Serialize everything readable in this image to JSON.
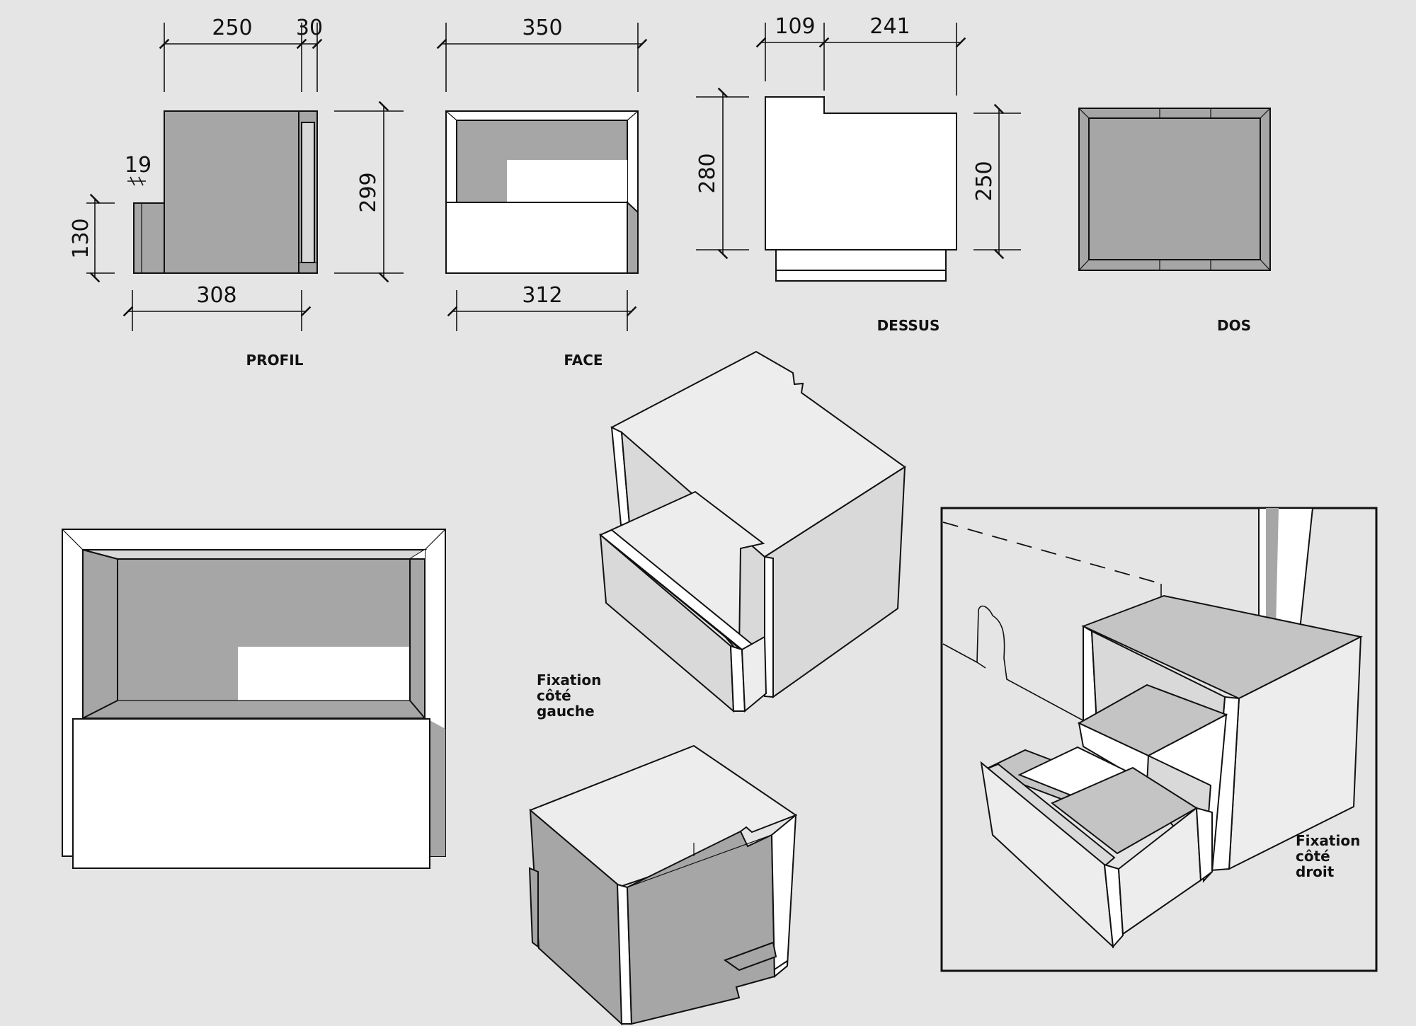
{
  "views": {
    "profil": {
      "label": "PROFIL",
      "dims": {
        "top_depth": "250",
        "top_front": "30",
        "height": "299",
        "bottom": "308",
        "plinth_height": "130",
        "plinth_gap": "19"
      }
    },
    "face": {
      "label": "FACE",
      "dims": {
        "top_width": "350",
        "bottom_width": "312"
      }
    },
    "dessus": {
      "label": "DESSUS",
      "dims": {
        "notch": "109",
        "rest": "241",
        "left_depth": "280",
        "right_depth": "250"
      }
    },
    "dos": {
      "label": "DOS"
    }
  },
  "captions": {
    "left_fixing": [
      "Fixation",
      "côté",
      "gauche"
    ],
    "right_fixing": [
      "Fixation",
      "côté",
      "droit"
    ]
  },
  "colors": {
    "background": "#e5e5e5",
    "dark_face": "#a6a6a6",
    "mid_face": "#c4c4c4",
    "light_face": "#d9d9d9",
    "white_face": "#ffffff",
    "line": "#111111"
  }
}
